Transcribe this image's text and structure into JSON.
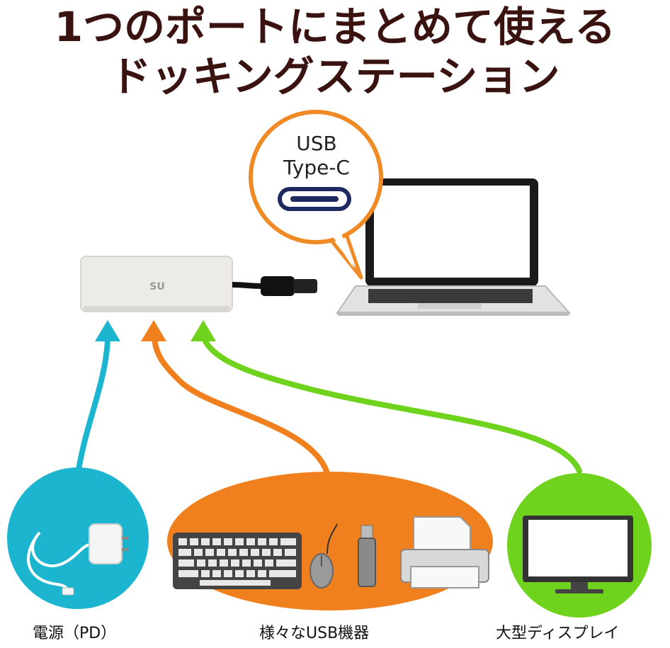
{
  "headline": {
    "line1": "1つのポートにまとめて使える",
    "line2": "ドッキングステーション"
  },
  "callout": {
    "line1": "USB",
    "line2": "Type-C"
  },
  "captions": {
    "power": "電源（PD）",
    "usb_devices": "様々なUSB機器",
    "display": "大型ディスプレイ"
  },
  "colors": {
    "title": "#3a1210",
    "power": "#1cb5d0",
    "usb": "#f07f1e",
    "display": "#6fd21c",
    "callout_border": "#f08a24"
  },
  "icons": [
    "dock-icon",
    "usb-cable-icon",
    "laptop-icon",
    "usb-c-port-icon",
    "charger-icon",
    "keyboard-icon",
    "mouse-icon",
    "usb-stick-icon",
    "printer-icon",
    "monitor-icon"
  ]
}
